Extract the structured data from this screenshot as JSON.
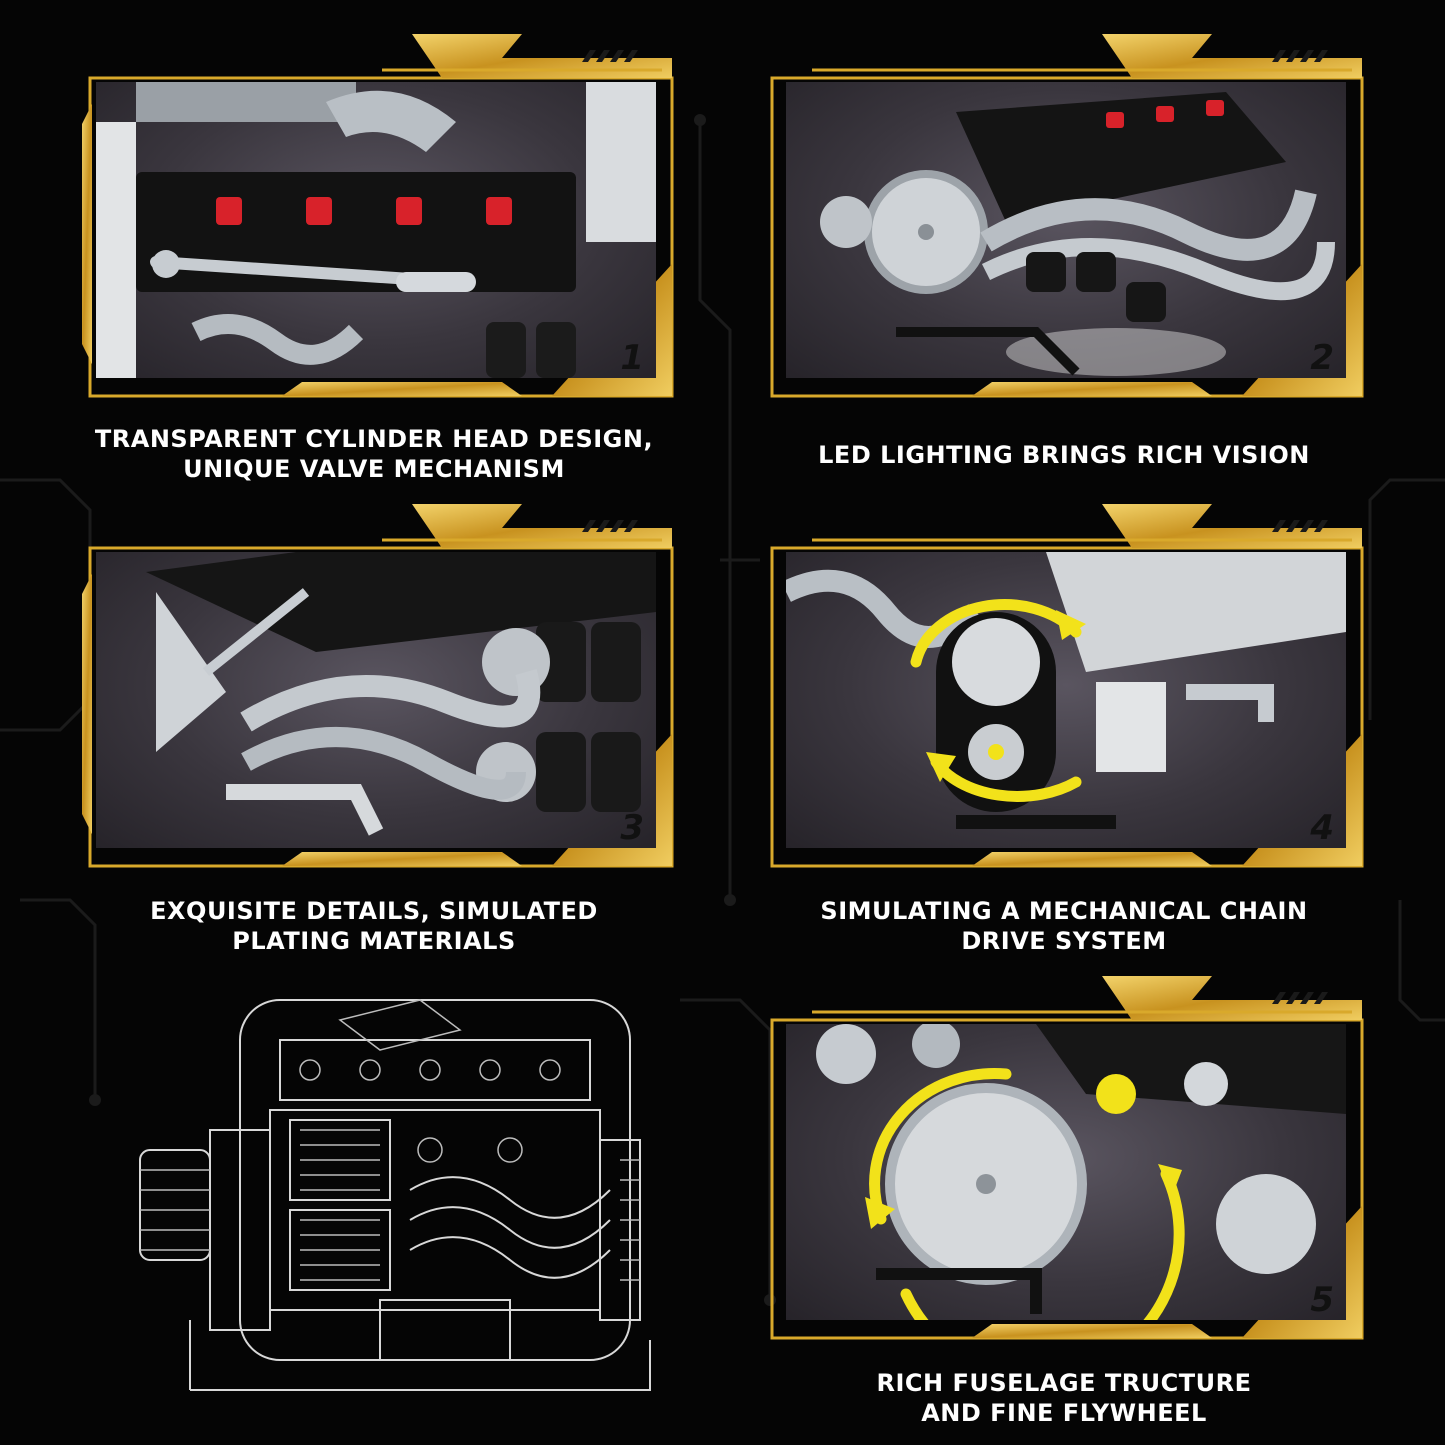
{
  "panels": [
    {
      "number": "1",
      "caption_lines": [
        "TRANSPARENT CYLINDER HEAD DESIGN,",
        "UNIQUE VALVE MECHANISM"
      ]
    },
    {
      "number": "2",
      "caption_lines": [
        "LED LIGHTING BRINGS RICH VISION"
      ]
    },
    {
      "number": "3",
      "caption_lines": [
        "EXQUISITE DETAILS, SIMULATED",
        "PLATING MATERIALS"
      ]
    },
    {
      "number": "4",
      "caption_lines": [
        "SIMULATING A MECHANICAL CHAIN",
        "DRIVE SYSTEM"
      ]
    },
    {
      "number": "5",
      "caption_lines": [
        "RICH FUSELAGE TRUCTURE",
        "AND FINE FLYWHEEL"
      ]
    }
  ],
  "colors": {
    "gold": "#d9a92b",
    "gold_light": "#f3d36b",
    "accent_yellow": "#f2e21a",
    "background": "#050505"
  },
  "icons": [
    "rotation-arrow-icon",
    "engine-blueprint-drawing"
  ]
}
